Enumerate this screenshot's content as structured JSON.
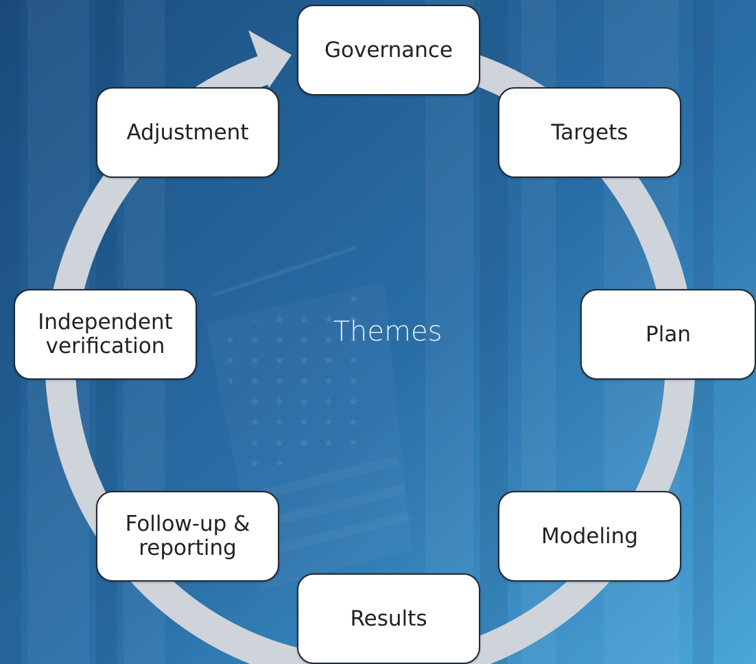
{
  "center": {
    "label": "Themes"
  },
  "nodes": [
    {
      "id": "governance",
      "label": "Governance"
    },
    {
      "id": "targets",
      "label": "Targets"
    },
    {
      "id": "plan",
      "label": "Plan"
    },
    {
      "id": "modeling",
      "label": "Modeling"
    },
    {
      "id": "results",
      "label": "Results"
    },
    {
      "id": "follow-up",
      "label": "Follow-up &\nreporting"
    },
    {
      "id": "independent-verification",
      "label": "Independent\nverification"
    },
    {
      "id": "adjustment",
      "label": "Adjustment"
    }
  ],
  "colors": {
    "background_dark": "#1c4f82",
    "background_light": "#4aa3d8",
    "ring": "#cfd4db",
    "node_fill": "#ffffff",
    "node_border": "#1f2a36"
  },
  "icons": {
    "cycle_arrow": "clockwise-cycle-arrow-icon"
  }
}
